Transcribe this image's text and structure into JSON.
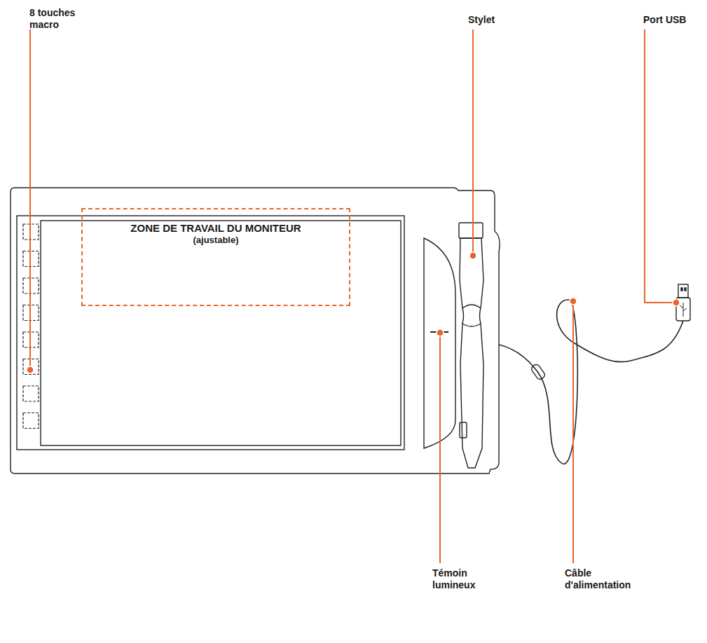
{
  "diagram": {
    "nodes": [
      {
        "text": [
          "ZONE DE TRAVAIL DU MONITEUR",
          "(ajustable)"
        ]
      }
    ],
    "labels": [
      "8 touches macro",
      "Stylet",
      "Port USB",
      "Témoin lumineux",
      "Câble d'alimentation"
    ]
  }
}
